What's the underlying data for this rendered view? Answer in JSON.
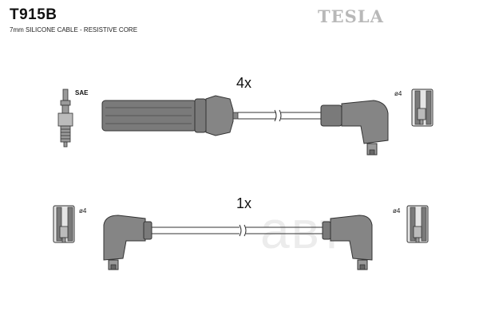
{
  "header": {
    "part_number": "T915B",
    "cable_description": "7mm SILICONE CABLE - RESISTIVE CORE",
    "brand": "TESLA"
  },
  "set_long": {
    "quantity": "4x",
    "plug_type": "SAE",
    "diameter": "ø4"
  },
  "set_short": {
    "quantity": "1x",
    "diameter_left": "ø4",
    "diameter_right": "ø4"
  },
  "watermark": "aвто"
}
